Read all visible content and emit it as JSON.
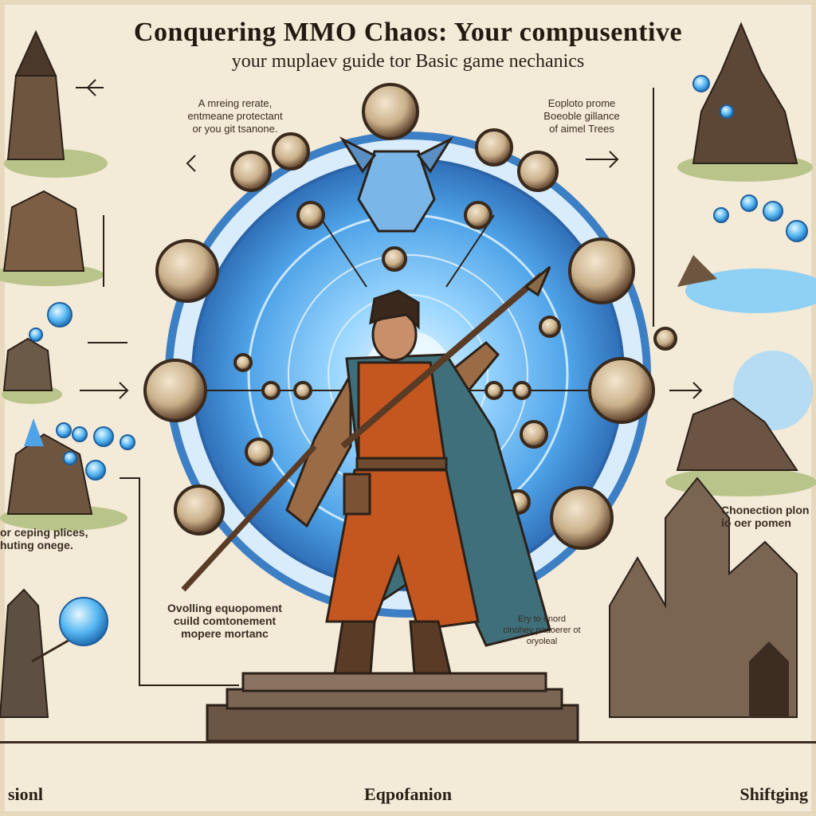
{
  "header": {
    "title": "Conquering MMO Chaos: Your compusentive",
    "subtitle": "your muplaev guide tor Basic game nechanics"
  },
  "captions": {
    "top_left": "A mreing rerate,\nentmeane protectant\nor you git tsanone.",
    "top_right": "Eoploto prome\nBoeoble gillance\nof aimel Trees",
    "mid_left": "or ceping plices,\nhuting onege.",
    "mid_right": "Chonection plon\nio oer pomen",
    "center_low": "Ovolling equopoment\ncuild comtonement\nmopere mortanc",
    "center_right": "Ery to unord\ncinohey paaoerer ot\noryoleal"
  },
  "footer": {
    "left": "sionl",
    "center": "Eqpofanion",
    "right": "Shiftging"
  },
  "colors": {
    "parchment": "#f3ead7",
    "portal_blue": "#4fa3e8",
    "glow": "#9ad6ff",
    "cape": "#3f6f7a",
    "tunic": "#c4561f",
    "ink": "#2b2118"
  }
}
